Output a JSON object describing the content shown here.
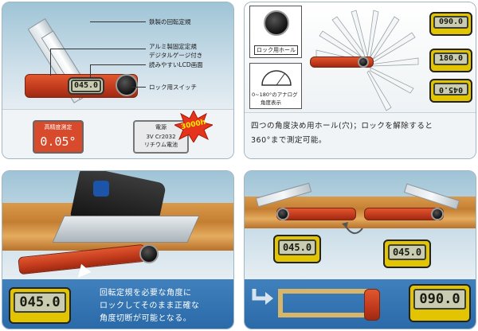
{
  "panel1": {
    "label_rotating_ruler": "鉄製の回転定規",
    "label_alu_ruler_1": "アルミ製固定定規",
    "label_alu_ruler_2": "デジタルゲージ付き",
    "label_lcd": "読みやすいLCD画面",
    "label_lock_switch": "ロック用スイッチ",
    "lcd_value": "045.0",
    "precision_title": "高精度測定",
    "precision_value": "0.05°",
    "battery_title": "電源",
    "battery_line1": "3V Cr2032",
    "battery_line2": "リチウム電池",
    "burst_text": "3000h"
  },
  "panel2": {
    "label_lock_hole": "ロック用ホール",
    "label_analog": "0~180°のアナログ",
    "label_analog_2": "角度表示",
    "lcd_values": [
      "090.0",
      "180.0",
      "045.0"
    ],
    "description_line1": "四つの角度決め用ホール(穴)；ロックを解除すると",
    "description_line2": "360°まで測定可能。"
  },
  "panel3": {
    "lcd_value": "045.0",
    "description_line1": "回転定規を必要な角度に",
    "description_line2": "ロックしてそのまま正確な",
    "description_line3": "角度切断が可能となる。"
  },
  "panel4": {
    "lcd_left": "045.0",
    "lcd_right": "045.0",
    "lcd_bottom": "090.0"
  }
}
